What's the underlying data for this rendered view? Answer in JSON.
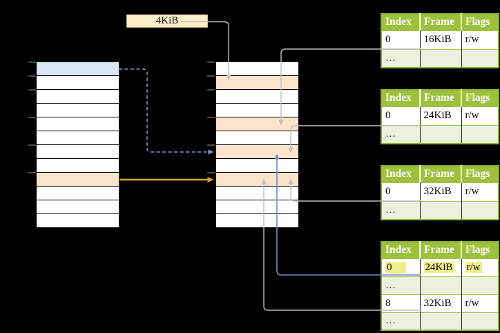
{
  "page_size_box": {
    "label": "4KiB"
  },
  "memory_columns": {
    "virtual": {
      "rows": 12,
      "colored": {
        "1": "blue",
        "9": "orange"
      }
    },
    "physical": {
      "rows": 12,
      "colored": {
        "2": "orange",
        "5": "orange",
        "7": "orange",
        "9": "orange"
      }
    }
  },
  "page_tables": [
    {
      "headers": [
        "Index",
        "Frame",
        "Flags"
      ],
      "rows": [
        {
          "cells": [
            "0",
            "16KiB",
            "r/w"
          ]
        },
        {
          "cells": [
            "…",
            "",
            ""
          ]
        }
      ]
    },
    {
      "headers": [
        "Index",
        "Frame",
        "Flags"
      ],
      "rows": [
        {
          "cells": [
            "0",
            "24KiB",
            "r/w"
          ]
        },
        {
          "cells": [
            "…",
            "",
            ""
          ]
        }
      ]
    },
    {
      "headers": [
        "Index",
        "Frame",
        "Flags"
      ],
      "rows": [
        {
          "cells": [
            "0",
            "32KiB",
            "r/w"
          ]
        },
        {
          "cells": [
            "…",
            "",
            ""
          ]
        }
      ]
    },
    {
      "headers": [
        "Index",
        "Frame",
        "Flags"
      ],
      "rows": [
        {
          "cells": [
            "0",
            "24KiB",
            "r/w"
          ],
          "highlighted": true
        },
        {
          "cells": [
            "…",
            "",
            ""
          ]
        },
        {
          "cells": [
            "8",
            "32KiB",
            "r/w"
          ]
        },
        {
          "cells": [
            "…",
            "",
            ""
          ]
        }
      ]
    }
  ],
  "colors": {
    "background": "#000000",
    "row_blue": "#dae6f5",
    "row_orange": "#fce4cc",
    "box_cream": "#fcefc9",
    "table_green": "#9cc23c",
    "table_border": "#8fae2f",
    "table_row_alt": "#eaf1dc",
    "highlight_yellow": "#f3ee8d",
    "arrow_gray": "#bfbfbf",
    "arrow_gold": "#d6a32a",
    "arrow_blue": "#6a8bc0",
    "arrow_blue_dashed": "#7d9cd4",
    "tick_gray": "#7f7f7f"
  }
}
